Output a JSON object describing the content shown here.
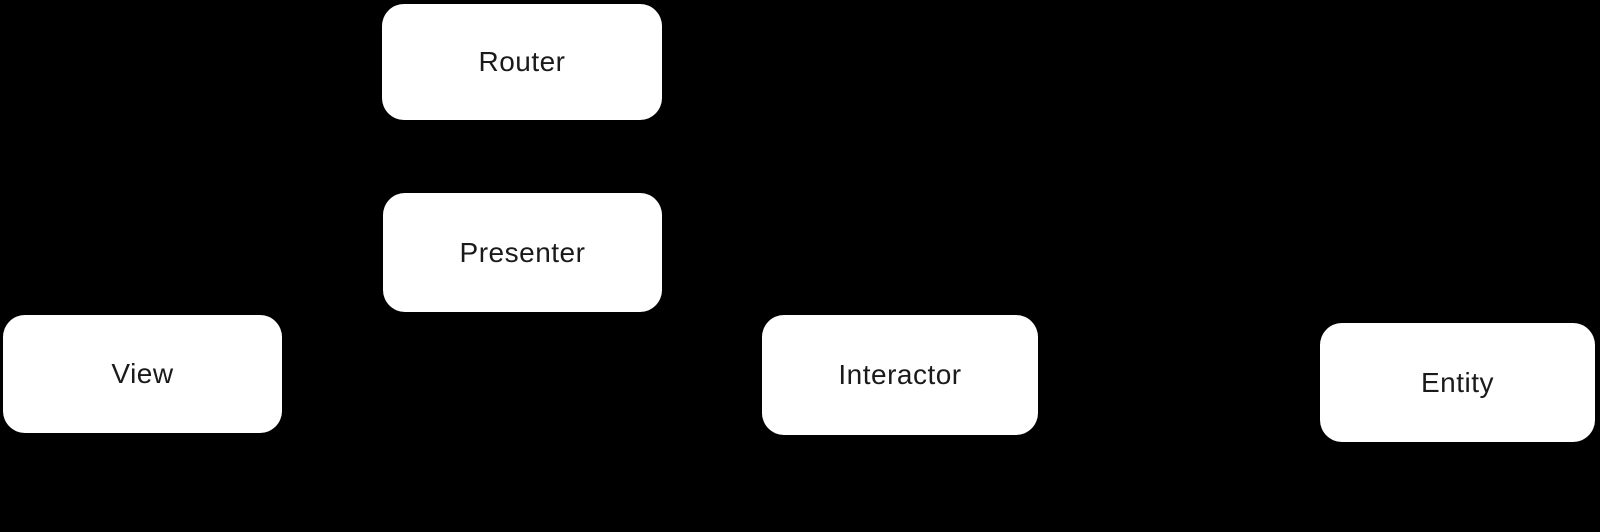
{
  "diagram": {
    "type": "architecture-block-diagram",
    "nodes": [
      {
        "id": "router",
        "label": "Router"
      },
      {
        "id": "presenter",
        "label": "Presenter"
      },
      {
        "id": "view",
        "label": "View"
      },
      {
        "id": "interactor",
        "label": "Interactor"
      },
      {
        "id": "entity",
        "label": "Entity"
      }
    ],
    "colors": {
      "background": "#000000",
      "node_fill": "#ffffff",
      "node_text": "#1a1a1a"
    }
  }
}
